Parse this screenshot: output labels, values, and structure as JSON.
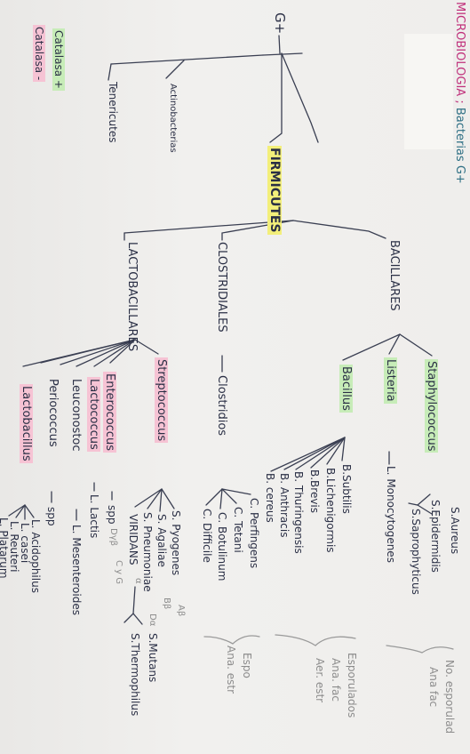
{
  "header": {
    "part1": "MICROBIOLOGIA ;",
    "part2": "Bacterias",
    "part3": "G+"
  },
  "legend": {
    "catalasa_pos": "Catalasa +",
    "catalasa_neg": "Catalasa -"
  },
  "root": "G+",
  "phylum": {
    "firmicutes": "FIRMICUTES",
    "actinobacterias": "Actinobacterias",
    "tenericutes": "Tenericutes"
  },
  "groups": {
    "lactobacillares": "LACTOBACILLARES",
    "clostridiales": "CLOSTRIDIALES",
    "bacillares": "BACILLARES"
  },
  "bacillares": {
    "staphylococcus": "Staphylococcus",
    "staph_species": [
      "S.Aureus",
      "S.Epidermidis",
      "S.Saprophyticus"
    ],
    "listeria": "Listeria",
    "listeria_species": "L. Monocytogenes",
    "bacillus": "Bacillus",
    "bacillus_species": [
      "B.Subtilis",
      "B.Lichenigormis",
      "B.Brevis",
      "B. Thuringensis",
      "B. Anthracis",
      "B. cereus"
    ]
  },
  "clostridiales": {
    "clostridios": "Clostridios",
    "species": [
      "C. Perfingens",
      "C. Tetani",
      "C. Botulinum",
      "C. Difficile"
    ]
  },
  "lactobacillares": {
    "streptococcus": "Streptococcus",
    "strep_species": [
      "S. Pyogenes",
      "S. Agaliae",
      "S. Pneumoniae",
      "VIRIDANS"
    ],
    "strep_notes": {
      "pyogenes": "Aβ",
      "agaliae": "Bβ",
      "pneumoniae": "Dα",
      "viridans": "α",
      "group_cg": "C y G"
    },
    "viridans_species": [
      "S.Mutans",
      "S.Thermophilus"
    ],
    "enterococcus": "Enterococcus",
    "enterococcus_species": "spp",
    "enterococcus_note": "Dγβ",
    "lactococcus": "Lactococcus",
    "lactococcus_species": "L. Lactis",
    "leuconostoc": "Leuconostoc",
    "leuconostoc_species": "L. Mesenteroides",
    "pediococcus": "Periococcus",
    "pediococcus_species": "spp",
    "lactobacillus": "Lactobacillus",
    "lactobacillus_species": [
      "L. Acidophilus",
      "L. casei",
      "L. Reuteri",
      "L. Platarum"
    ]
  },
  "annotations": {
    "no_esporulados": "No. esporulad",
    "ana_fac_1": "Ana fac",
    "esporulados": "Esporulados",
    "ana_fac_2": "Ana. fac",
    "aer_estr": "Aer. estr",
    "espo": "Espo",
    "ana_estr": "Ana. estr"
  }
}
